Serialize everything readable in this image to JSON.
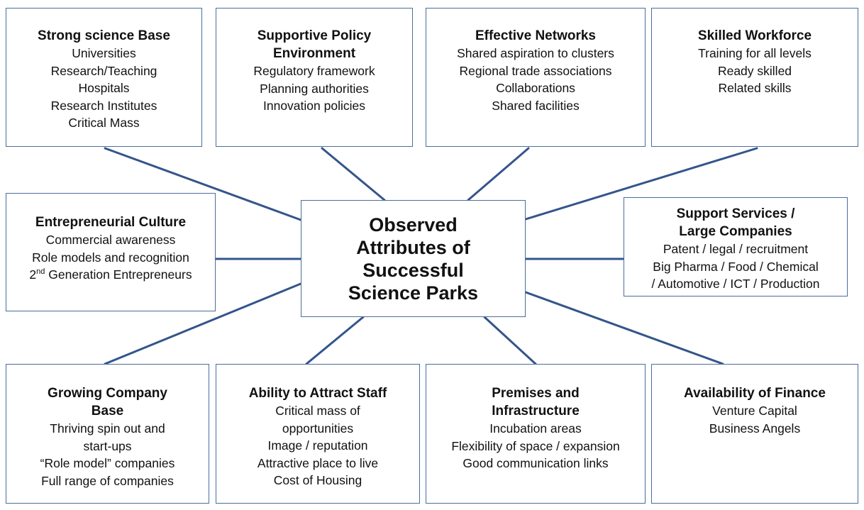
{
  "center": {
    "lines": [
      "Observed",
      "Attributes of",
      "Successful",
      "Science Parks"
    ]
  },
  "boxes": {
    "science": {
      "title_lines": [
        "Strong science Base"
      ],
      "items": [
        "Universities",
        "Research/Teaching",
        "Hospitals",
        "Research Institutes",
        "Critical Mass"
      ]
    },
    "policy": {
      "title_lines": [
        "Supportive Policy",
        "Environment"
      ],
      "items": [
        "Regulatory framework",
        "Planning authorities",
        "Innovation policies"
      ]
    },
    "network": {
      "title_lines": [
        "Effective Networks"
      ],
      "items": [
        "Shared aspiration to clusters",
        "Regional trade associations",
        "Collaborations",
        "Shared facilities"
      ]
    },
    "skilled": {
      "title_lines": [
        "Skilled Workforce"
      ],
      "items": [
        "Training for all levels",
        "Ready skilled",
        "Related skills"
      ]
    },
    "entrep": {
      "title_lines": [
        "Entrepreneurial Culture"
      ],
      "items": [
        "Commercial awareness",
        "Role models and recognition"
      ],
      "last_item": {
        "num": "2",
        "sup": "nd",
        "rest": " Generation Entrepreneurs"
      }
    },
    "support": {
      "title_lines": [
        "Support Services /",
        "Large Companies"
      ],
      "items": [
        "Patent / legal / recruitment",
        "Big Pharma / Food / Chemical",
        "/ Automotive / ICT / Production"
      ]
    },
    "growing": {
      "title_lines": [
        "Growing Company",
        "Base"
      ],
      "items": [
        "Thriving spin out and",
        "start-ups",
        "“Role model” companies",
        "Full range of companies"
      ]
    },
    "staff": {
      "title_lines": [
        "Ability to Attract Staff"
      ],
      "items": [
        "Critical mass of",
        "opportunities",
        "Image / reputation",
        "Attractive place to live",
        "Cost of Housing"
      ]
    },
    "premises": {
      "title_lines": [
        "Premises and",
        "Infrastructure"
      ],
      "items": [
        "Incubation areas",
        "Flexibility of space / expansion",
        "Good communication links"
      ]
    },
    "finance": {
      "title_lines": [
        "Availability of Finance"
      ],
      "items": [
        "Venture Capital",
        "Business Angels"
      ]
    }
  },
  "colors": {
    "border": "#4a6e9c",
    "connector": "#34558b",
    "text": "#111111"
  }
}
